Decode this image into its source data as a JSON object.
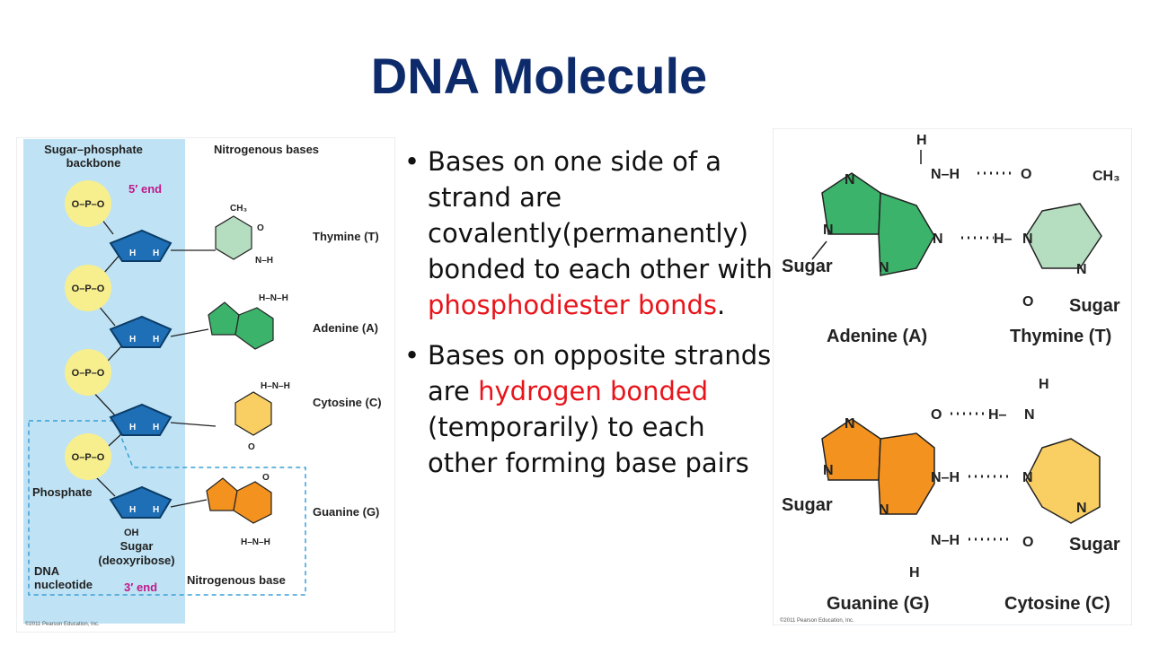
{
  "slide": {
    "title": "DNA Molecule",
    "bullets": [
      {
        "parts": [
          {
            "text": "Bases on one side of a strand are covalently(permanently) bonded to each other with ",
            "highlight": false
          },
          {
            "text": "phosphodiester bonds",
            "highlight": true
          },
          {
            "text": ".",
            "highlight": false
          }
        ]
      },
      {
        "parts": [
          {
            "text": "Bases on opposite strands are ",
            "highlight": false
          },
          {
            "text": "hydrogen bonded",
            "highlight": true
          },
          {
            "text": " (temporarily) to each other forming base pairs",
            "highlight": false
          }
        ]
      }
    ],
    "highlight_color": "#e8141b",
    "title_color": "#0d2b6b"
  },
  "left_figure": {
    "backbone_label": "Sugar–phosphate backbone",
    "bases_label": "Nitrogenous bases",
    "five_end": "5′ end",
    "three_end": "3′ end",
    "phosphate_label": "Phosphate",
    "sugar_label": "Sugar",
    "deoxyribose_label": "(deoxyribose)",
    "nucleotide_label": "DNA nucleotide",
    "nitrogenous_base_label": "Nitrogenous base",
    "bases": [
      "Thymine (T)",
      "Adenine (A)",
      "Cytosine (C)",
      "Guanine (G)"
    ],
    "copyright": "©2011 Pearson Education, Inc.",
    "colors": {
      "backbone": "#bfe3f5",
      "phosphate": "#f7ee8e",
      "sugar": "#1e6fb5",
      "thymine": "#b5ddbf",
      "adenine": "#3cb36b",
      "cytosine": "#f9cf63",
      "guanine": "#f3921f",
      "prime_label": "#c0188a"
    }
  },
  "right_figure": {
    "pair1": [
      "Adenine (A)",
      "Thymine (T)"
    ],
    "pair2": [
      "Guanine (G)",
      "Cytosine (C)"
    ],
    "sugar_label": "Sugar",
    "copyright": "©2011 Pearson Education, Inc."
  }
}
